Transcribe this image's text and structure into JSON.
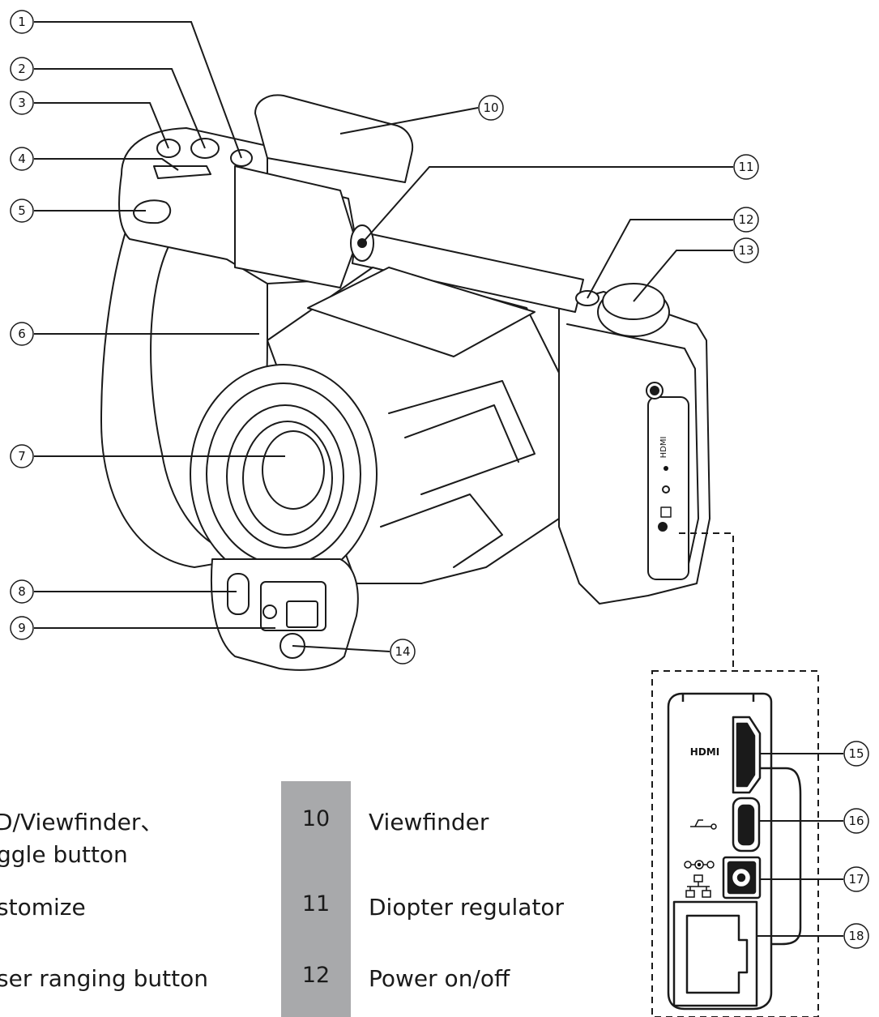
{
  "callouts": [
    "1",
    "2",
    "3",
    "4",
    "5",
    "6",
    "7",
    "8",
    "9",
    "10",
    "11",
    "12",
    "13",
    "14",
    "15",
    "16",
    "17",
    "18"
  ],
  "port_icons": [
    "hdmi-icon",
    "usb-icon",
    "dc-power-icon",
    "ethernet-icon"
  ],
  "port_hdmi_label": "HDMI",
  "legend": {
    "left": [
      {
        "line1": "D/Viewfinder、",
        "line2": "ggle button"
      },
      {
        "line1": "stomize"
      },
      {
        "line1": "ser ranging button"
      }
    ],
    "right": [
      {
        "num": "10",
        "text": "Viewfinder"
      },
      {
        "num": "11",
        "text": "Diopter regulator"
      },
      {
        "num": "12",
        "text": "Power on/off"
      }
    ]
  },
  "colors": {
    "line": "#1a1a1a",
    "legend_shade": "#a8a9ab",
    "body_fill": "#ffffff"
  }
}
